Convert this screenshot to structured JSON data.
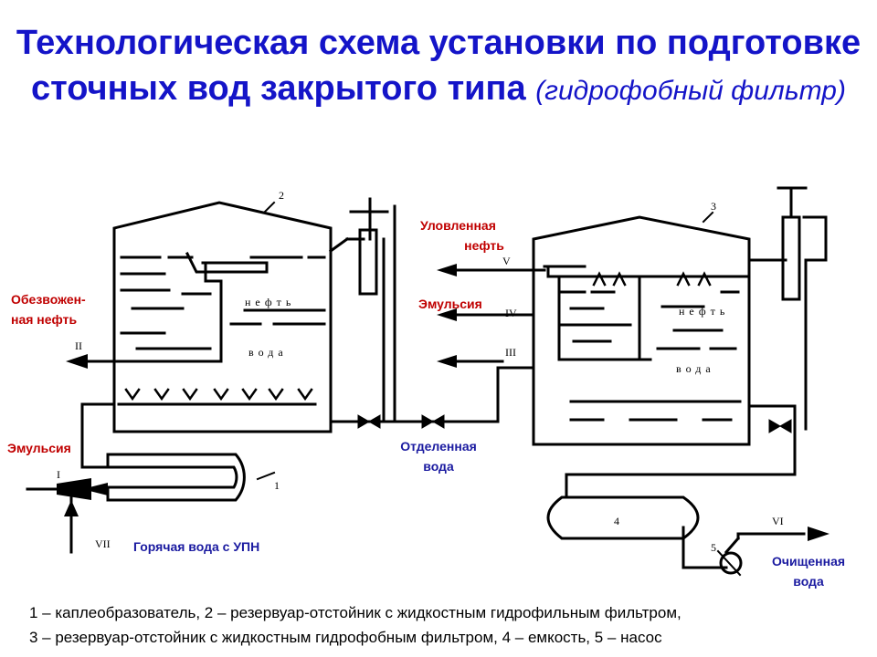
{
  "title": {
    "main": "Технологическая схема установки по подготовке сточных вод закрытого типа",
    "sub": "(гидрофобный фильтр)"
  },
  "labels": {
    "dehydrated_oil_1": "Обезвожен-",
    "dehydrated_oil_2": "ная нефть",
    "emulsion_left": "Эмульсия",
    "captured_oil_1": "Уловленная",
    "captured_oil_2": "нефть",
    "emulsion_right": "Эмульсия",
    "separated_water_1": "Отделенная",
    "separated_water_2": "вода",
    "hot_water": "Горячая вода с УПН",
    "purified_water_1": "Очищенная",
    "purified_water_2": "вода"
  },
  "marks": {
    "n1": "1",
    "n2": "2",
    "n3": "3",
    "n4": "4",
    "n5": "5",
    "r1": "I",
    "r2": "II",
    "r3": "III",
    "r4": "IV",
    "r5": "V",
    "r6": "VI",
    "r7": "VII",
    "oil_left": "нефть",
    "water_left": "вода",
    "oil_right": "нефть",
    "water_right": "вода"
  },
  "caption": {
    "line1": "1 – каплеобразователь, 2 – резервуар-отстойник с жидкостным гидрофильным фильтром,",
    "line2": "3 – резервуар-отстойник с жидкостным гидрофобным фильтром, 4 – емкость, 5 – насос"
  },
  "colors": {
    "title": "#1414c8",
    "labels_red": "#c00000",
    "labels_blue": "#1a1aa0",
    "lines": "#000000"
  }
}
